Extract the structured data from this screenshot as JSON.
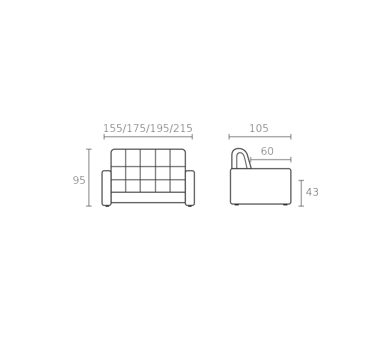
{
  "front_view": {
    "width_label": "155/175/195/215",
    "height_label": "95"
  },
  "side_view": {
    "depth_label": "105",
    "seat_depth_label": "60",
    "seat_height_label": "43"
  },
  "colors": {
    "line": "#3a3a3a",
    "text": "#4a4a4a"
  }
}
